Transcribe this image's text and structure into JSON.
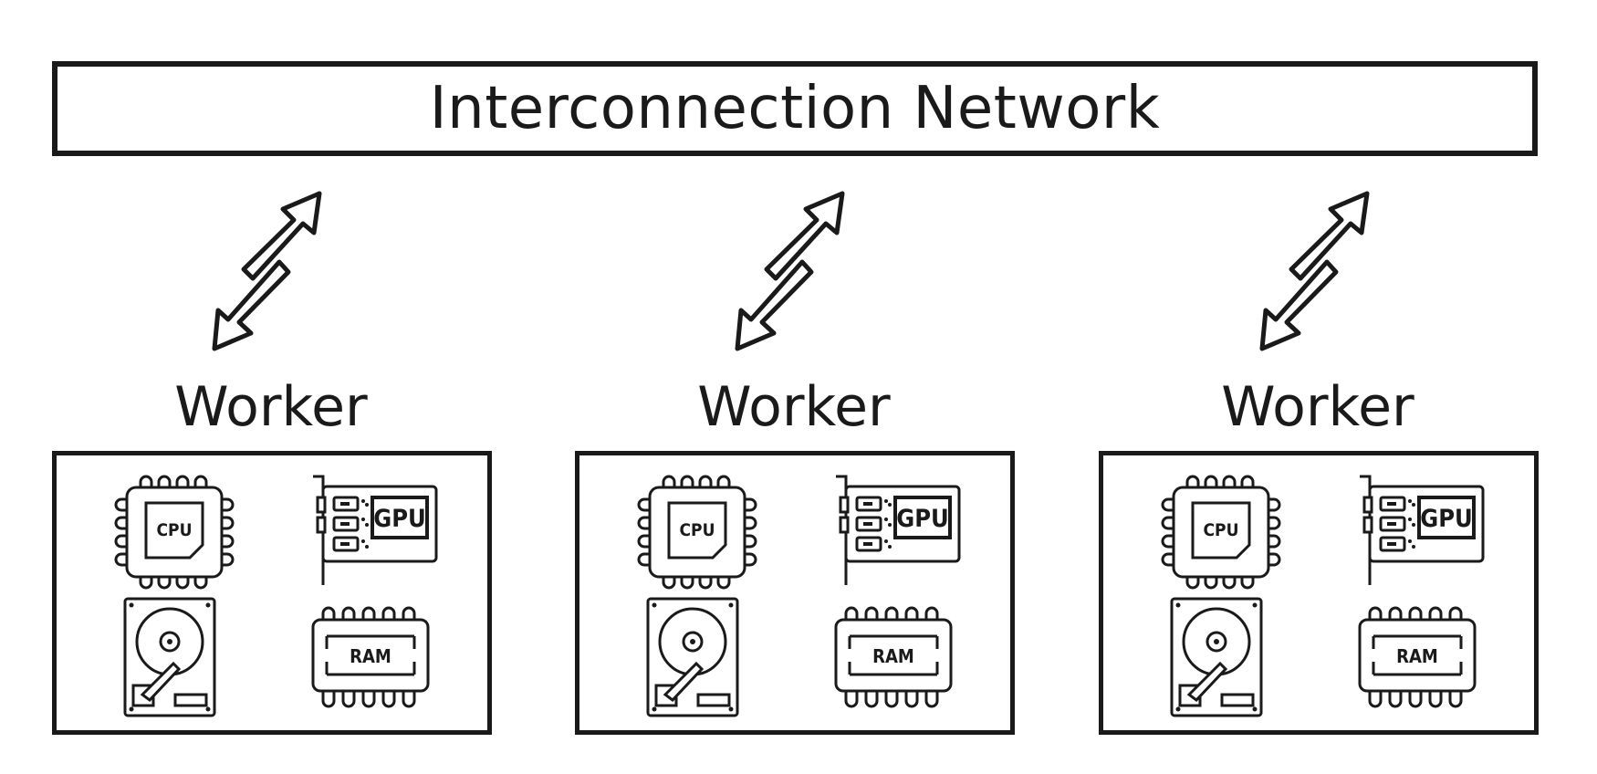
{
  "network": {
    "label": "Interconnection Network"
  },
  "workers": [
    {
      "label": "Worker",
      "components": {
        "cpu": "CPU",
        "gpu": "GPU",
        "ram": "RAM"
      }
    },
    {
      "label": "Worker",
      "components": {
        "cpu": "CPU",
        "gpu": "GPU",
        "ram": "RAM"
      }
    },
    {
      "label": "Worker",
      "components": {
        "cpu": "CPU",
        "gpu": "GPU",
        "ram": "RAM"
      }
    }
  ],
  "icons": [
    "bidirectional-arrow-icon",
    "cpu-icon",
    "gpu-icon",
    "hard-drive-icon",
    "ram-icon"
  ],
  "colors": {
    "stroke": "#1a1a1a",
    "background": "#ffffff"
  }
}
